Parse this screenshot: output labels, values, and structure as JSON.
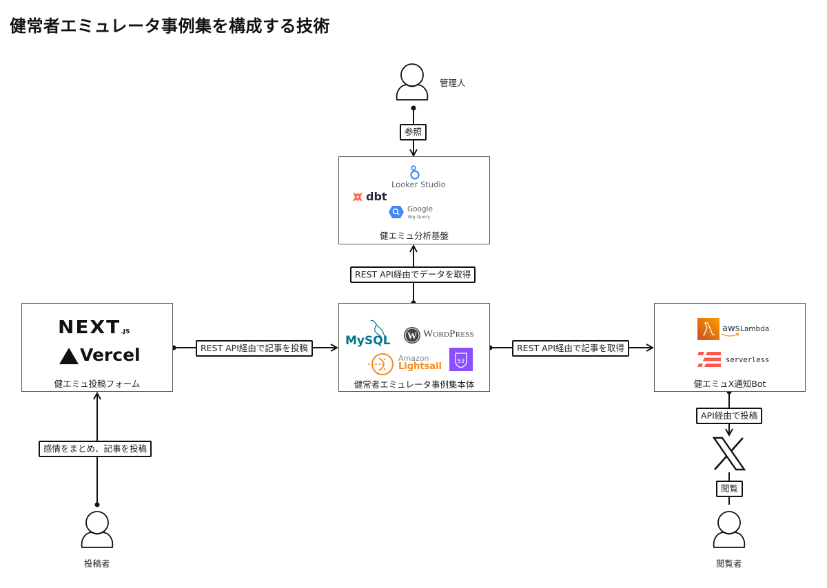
{
  "title": "健常者エミュレータ事例集を構成する技術",
  "actors": {
    "admin": "管理人",
    "poster": "投稿者",
    "viewer": "閲覧者"
  },
  "nodes": {
    "analytics": {
      "label": "健エミュ分析基盤",
      "logos": {
        "looker": "Looker Studio",
        "dbt": "dbt",
        "bigquery_google": "Google",
        "bigquery_sub": "Big Query"
      }
    },
    "main": {
      "label": "健常者エミュレータ事例集本体",
      "logos": {
        "mysql": "MySQL",
        "wordpress": "WordPress",
        "lightsail_top": "Amazon",
        "lightsail_bottom": "Lightsail",
        "route53": "53"
      }
    },
    "form": {
      "label": "健エミュ投稿フォーム",
      "logos": {
        "next": "NEXT",
        "next_suffix": ".JS",
        "vercel": "Vercel"
      }
    },
    "bot": {
      "label": "健エミュX通知Bot",
      "logos": {
        "aws": "aws",
        "lambda": "Lambda",
        "serverless": "serverless"
      }
    },
    "x": {
      "label": "X"
    }
  },
  "edges": {
    "admin_to_analytics": "参照",
    "main_to_analytics": "REST API経由でデータを取得",
    "form_to_main": "REST API経由で記事を投稿",
    "main_to_bot": "REST API経由で記事を取得",
    "poster_to_form": "感情をまとめ、記事を投稿",
    "bot_to_x": "API経由で投稿",
    "x_to_viewer": "閲覧"
  },
  "colors": {
    "mysql_blue": "#00758F",
    "mysql_orange": "#F29111",
    "dbt_orange": "#FF694B",
    "looker_blue": "#4285F4",
    "bigquery_blue": "#4386FA",
    "lightsail_orange": "#F58A1F",
    "route53_purple": "#8C4FFF",
    "lambda_orange": "#ED7100",
    "serverless_red": "#FD5750"
  }
}
